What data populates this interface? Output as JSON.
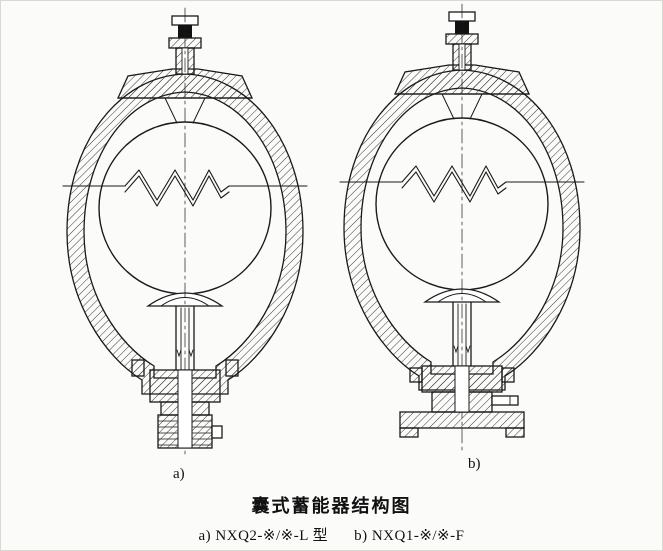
{
  "figure": {
    "label_a": "a)",
    "label_b": "b)",
    "title": "囊式蓄能器结构图",
    "caption_a": "a) NXQ2-※/※-L 型",
    "caption_b": "b) NXQ1-※/※-F"
  },
  "colors": {
    "line": "#1a1a1a",
    "background": "#fbfbf9"
  }
}
